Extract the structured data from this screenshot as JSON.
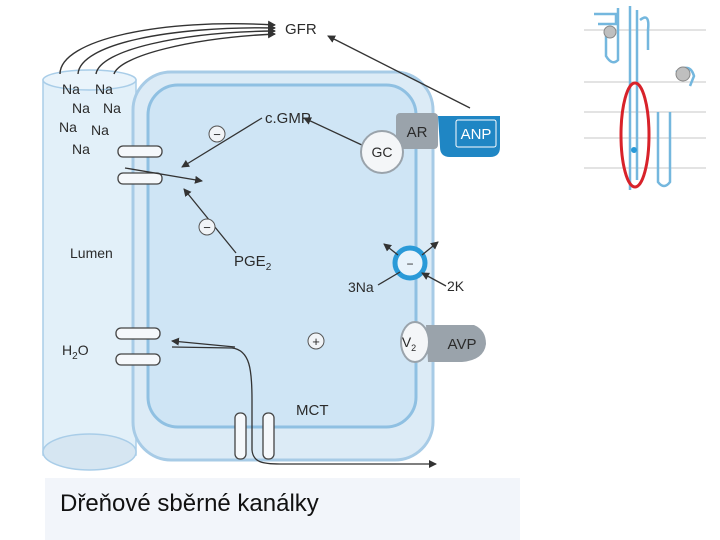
{
  "diagram": {
    "labels": {
      "gfr": "GFR",
      "na": "Na",
      "lumen": "Lumen",
      "h2o": "H",
      "h2o_sub": "2",
      "h2o_tail": "O",
      "cgmp": "c.GMP",
      "minus": "−",
      "pge": "PGE",
      "pge_sub": "2",
      "na3": "3Na",
      "k2": "2K",
      "pump_sign": "−",
      "plus": "+",
      "mct": "MCT",
      "ar": "AR",
      "anp": "ANP",
      "gc": "GC",
      "v2": "V",
      "v2_sub": "2",
      "avp": "AVP"
    },
    "colors": {
      "cell_fill": "#d3e8f6",
      "cell_stroke": "#8fc0e2",
      "lumen_fill": "#e2f0f9",
      "receptor_grey": "#9aa3ab",
      "anp_blue": "#1f86c4",
      "pump_blue": "#2a9ad8",
      "arrow": "#333333"
    }
  },
  "caption": "Dřeňové sběrné kanálky",
  "inset": {
    "highlight_color": "#d8222a",
    "icon": "nephron-thumbnail"
  }
}
